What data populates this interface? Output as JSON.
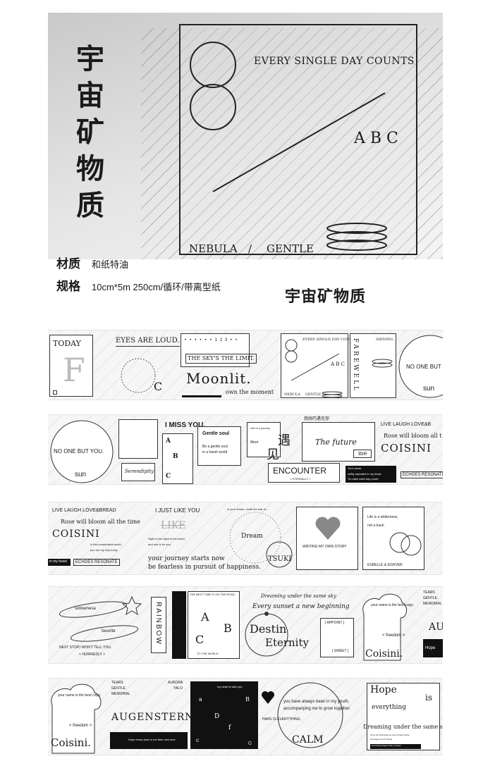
{
  "hero": {
    "title_chars": [
      "宇",
      "宙",
      "矿",
      "物",
      "质"
    ],
    "tagline": "EVERY SINGLE DAY COUNTS",
    "abc": "A B C",
    "nebula": "NEBULA",
    "slash": "/",
    "gentle": "GENTLE"
  },
  "specs": {
    "material_label": "材质",
    "material_value": "和纸特油",
    "size_label": "规格",
    "size_value": "10cm*5m 250cm/循环/带离型纸",
    "product_name": "宇宙矿物质"
  },
  "strip1": {
    "today": "TODAY",
    "big_f": "F",
    "eyes": "EYES ARE LOUD.",
    "sky_nums": "• • • • • • 1 2 3 • •",
    "sky": "THE SKY'S THE LIMIT.",
    "moonlit": "Moonlit.",
    "own_moment": "own the moment",
    "c_letter": "C",
    "mini_tagline": "EVERY SINGLE DAY COUNTS",
    "mini_abc": "A B C",
    "mini_nebula": "NEBULA",
    "mini_gentle": "GENTLE",
    "farewell": "FAREWELL",
    "shining": "SHINING",
    "no_one": "NO ONE BUT YOU",
    "sun": "sun"
  },
  "strip2": {
    "no_one": "NO ONE BUT YOU.",
    "sun": "sun",
    "serendipity": "Serendipity",
    "i_miss": "I MISS YOU.",
    "gentle_soul": "Gentle soul",
    "be_gentle": "Be a gentle soul",
    "harsh": "in a harsh world",
    "life_journey": "Life is a journey",
    "meet": "Meet",
    "yu": "遇",
    "jian": "见",
    "cn_line": "我刚巧遇见你",
    "future": "The future",
    "me": "me",
    "encounter": "ENCOUNTER",
    "eternally": "< ETERNALLY >",
    "your_name": "Your name,",
    "softly": "softly repeated in my heart.",
    "make_count": "To make each day count.",
    "live": "LIVE   LAUGH   LOVE&B",
    "rose": "Rose will bloom all t",
    "coisini": "COISINI",
    "echoes": "ECHOES RESONATE"
  },
  "strip3": {
    "live": "LIVE    LAUGH    LOVE&BREAD",
    "rose": "Rose will bloom all the time",
    "coisini": "COISINI",
    "complicated": "in this complicated world,",
    "are_lucky": "you are my only lucky.",
    "echoes": "ECHOES RESONATE",
    "heart_note": "in my heart.",
    "just_like": "I JUST LIKE YOU",
    "like": "LIKE",
    "night": "Night is the night of the world,",
    "and_me": "and one is for you.",
    "journey": "your journey starts now",
    "fearless": "be fearless in pursuit of happiness.",
    "dream_arc": "in your dream, invite the star of...",
    "dream": "Dream",
    "tsuki": "TSUKI",
    "writing": "WRITING MY OWN STORY",
    "wilderness": "Life is a wilderness,",
    "not_track": "not a track.",
    "esrelle": "ESRELLE & EGHVER"
  },
  "strip4": {
    "sobremesa": "sobremesa",
    "favorite": "favorite",
    "next_stop": "NEXT STOP,I WON'T TELL YOU.",
    "hurriedly": "< HURRIEDLY >",
    "rainbow": "RAINBOW",
    "best_time": "THE BEST TIME IS ON THE ROAD.",
    "a": "A",
    "b": "B",
    "c": "C",
    "to_the_world": "TO THE WORLD",
    "destin": "Destin",
    "eternity": "Eternity",
    "dreaming": "Dreaming under the same sky",
    "sunset": "Every sunset a new beginning",
    "appoint": "[ APPOINT ]",
    "sweet": "[ SWEET ]",
    "name_copy": "your name is the best copy.",
    "freedom": "< freedom >",
    "coisini": "Coisini.",
    "tears": "TEARS",
    "gentle": "GENTLE",
    "memorial": "MEMORIAL",
    "au": "AU",
    "hope": "Hope"
  },
  "strip5": {
    "name_copy": "your name is the best copy.",
    "freedom": "< freedom >",
    "coisini": "Coisini.",
    "tears": "TEARS",
    "gentle": "GENTLE",
    "memorial": "MEMORIAL",
    "aurora": "AURORA",
    "yalo": "YALO",
    "augenstern": "AUGENSTERN",
    "hope_every": "Hope every year to run their own love.",
    "my_heart": "my heart is with you.",
    "a": "a",
    "b": "B",
    "d": "D",
    "f": "f",
    "c": "c",
    "g": "G",
    "always": "you have always been in my youth,",
    "accompanying": "accompanying me to grow together.",
    "hope_is": "HAPE IS EVERYTHING.",
    "calm": "CALM",
    "hope_word": "Hope",
    "is": "is",
    "everything": "everything",
    "dreaming": "Dreaming under the same sky.",
    "once": "Once we think that we never forget things,",
    "forgot": "we forget a lot of things.",
    "bar": "something happen like a dream"
  }
}
